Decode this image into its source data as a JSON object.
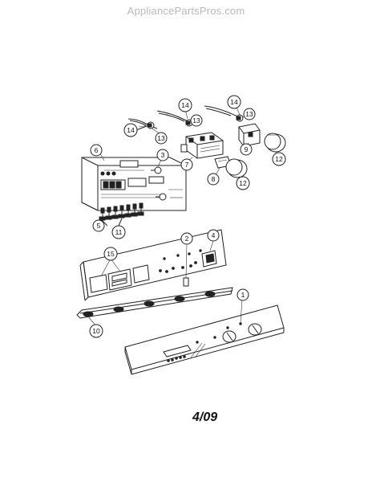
{
  "watermark": "AppliancePartsPros.com",
  "footer_code": "4/09",
  "callouts": [
    "1",
    "2",
    "3",
    "4",
    "5",
    "6",
    "7",
    "8",
    "9",
    "10",
    "11",
    "12",
    "12",
    "13",
    "13",
    "13",
    "14",
    "14",
    "14",
    "15"
  ]
}
